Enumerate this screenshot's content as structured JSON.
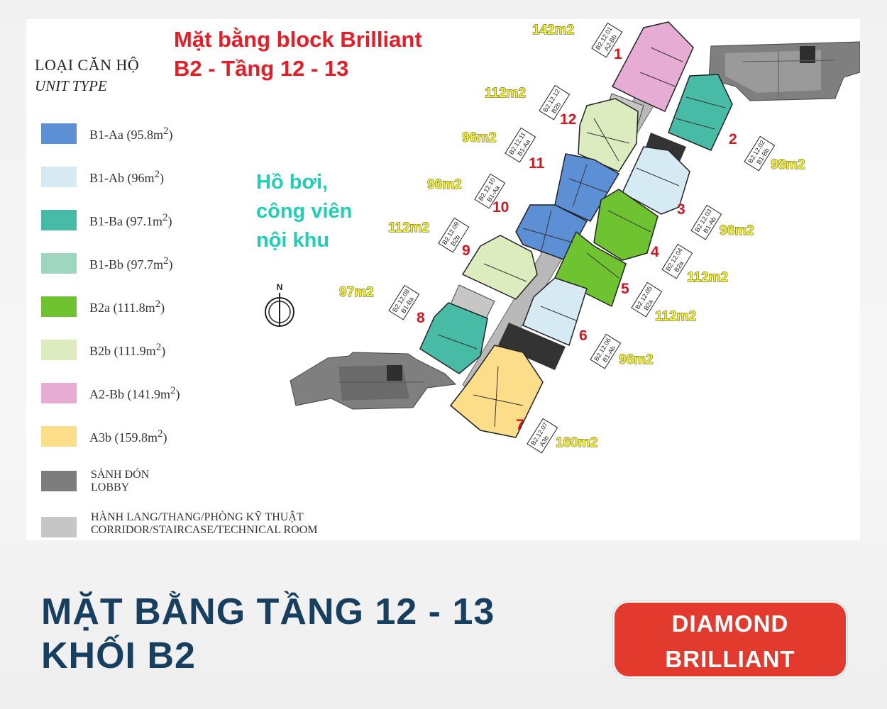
{
  "legend": {
    "heading_vi": "LOẠI CĂN HỘ",
    "heading_en": "UNIT TYPE",
    "items": [
      {
        "type": "B1-Aa",
        "area": "(95.8m",
        "color": "#5c8fd4"
      },
      {
        "type": "B1-Ab",
        "area": "(96m",
        "color": "#d6eaf3"
      },
      {
        "type": "B1-Ba",
        "area": "(97.1m",
        "color": "#48bba6"
      },
      {
        "type": "B1-Bb",
        "area": "(97.7m",
        "color": "#9fd6bf"
      },
      {
        "type": "B2a",
        "area": "(111.8m",
        "color": "#6fc330"
      },
      {
        "type": "B2b",
        "area": "(111.9m",
        "color": "#dcecbf"
      },
      {
        "type": "A2-Bb",
        "area": "(141.9m",
        "color": "#e7acd4"
      },
      {
        "type": "A3b",
        "area": "(159.8m",
        "color": "#fbdd8a"
      }
    ],
    "area_exponent": "2",
    "area_close": ")",
    "lobby": {
      "vi": "SẢNH ĐÓN",
      "en": "LOBBY",
      "color": "#7d7d7d"
    },
    "corridor": {
      "vi": "HÀNH LANG/THANG/PHÒNG KỸ THUẬT",
      "en": "CORRIDOR/STAIRCASE/TECHNICAL ROOM",
      "color": "#c6c6c6"
    }
  },
  "plan_title": {
    "line1": "Mặt bằng block Brilliant",
    "line2": "B2 - Tầng 12 - 13",
    "color": "#e81c24"
  },
  "pool_label": {
    "line1": "Hồ bơi,",
    "line2": "công viên",
    "line3": "nội khu",
    "color": "#1fd0b6"
  },
  "compass_label": "N",
  "units": [
    {
      "number": "1",
      "area": "142m2",
      "code": "B2.12.01",
      "type": "A2-Bb"
    },
    {
      "number": "2",
      "area": "98m2",
      "code": "B2.12.02",
      "type": "B1-Bb"
    },
    {
      "number": "3",
      "area": "96m2",
      "code": "B2.12.03",
      "type": "B1-Ab"
    },
    {
      "number": "4",
      "area": "112m2",
      "code": "B2.12.04",
      "type": "B2a"
    },
    {
      "number": "5",
      "area": "112m2",
      "code": "B2.12.05",
      "type": "B2a"
    },
    {
      "number": "6",
      "area": "96m2",
      "code": "B2.12.06",
      "type": "B1-Ab"
    },
    {
      "number": "7",
      "area": "160m2",
      "code": "B2.12.07",
      "type": "A3b"
    },
    {
      "number": "8",
      "area": "97m2",
      "code": "B2.12.08",
      "type": "B1-Ba"
    },
    {
      "number": "9",
      "area": "112m2",
      "code": "B2.12.09",
      "type": "B2b"
    },
    {
      "number": "10",
      "area": "96m2",
      "code": "B2.12.10",
      "type": "B1-Aa"
    },
    {
      "number": "11",
      "area": "96m2",
      "code": "B2.12.11",
      "type": "B1-Aa"
    },
    {
      "number": "12",
      "area": "112m2",
      "code": "B2.12.12",
      "type": "B2b"
    }
  ],
  "footer": {
    "title_line1": "MẶT BẰNG TẦNG 12 - 13",
    "title_line2": "KHỐI B2",
    "badge_line1": "DIAMOND",
    "badge_line2": "BRILLIANT",
    "badge_color": "#e23a2c",
    "title_color": "#173f5f"
  }
}
